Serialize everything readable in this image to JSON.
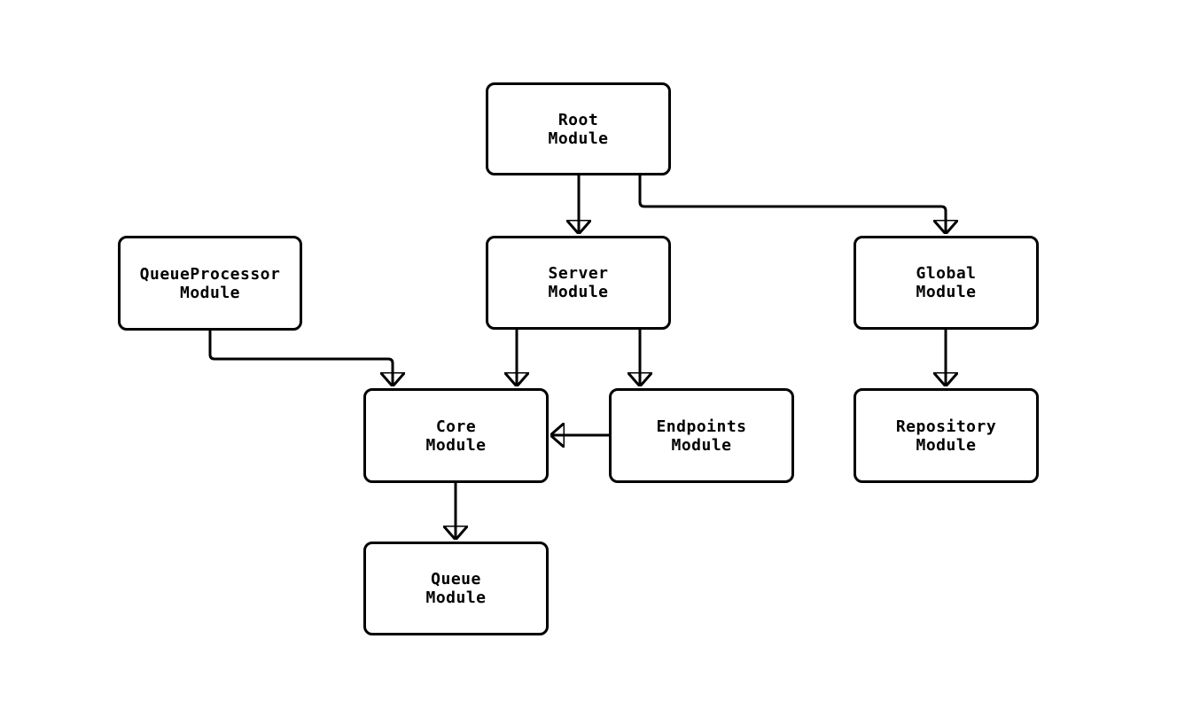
{
  "diagram": {
    "type": "flowchart",
    "background_color": "#ffffff",
    "node_fill_color": "#ffffff",
    "node_border_color": "#000000",
    "edge_color": "#000000",
    "text_color": "#000000",
    "node_shape": "rounded-rectangle",
    "nodes": [
      {
        "id": "root",
        "lines": [
          "Root",
          "Module"
        ]
      },
      {
        "id": "queueprocessor",
        "lines": [
          "QueueProcessor",
          "Module"
        ]
      },
      {
        "id": "server",
        "lines": [
          "Server",
          "Module"
        ]
      },
      {
        "id": "global",
        "lines": [
          "Global",
          "Module"
        ]
      },
      {
        "id": "core",
        "lines": [
          "Core",
          "Module"
        ]
      },
      {
        "id": "endpoints",
        "lines": [
          "Endpoints",
          "Module"
        ]
      },
      {
        "id": "repository",
        "lines": [
          "Repository",
          "Module"
        ]
      },
      {
        "id": "queue",
        "lines": [
          "Queue",
          "Module"
        ]
      }
    ],
    "edges": [
      {
        "from": "Root Module",
        "to": "Server Module"
      },
      {
        "from": "Root Module",
        "to": "Global Module"
      },
      {
        "from": "QueueProcessor Module",
        "to": "Core Module"
      },
      {
        "from": "Server Module",
        "to": "Core Module"
      },
      {
        "from": "Server Module",
        "to": "Endpoints Module"
      },
      {
        "from": "Endpoints Module",
        "to": "Core Module"
      },
      {
        "from": "Global Module",
        "to": "Repository Module"
      },
      {
        "from": "Core Module",
        "to": "Queue Module"
      }
    ]
  }
}
